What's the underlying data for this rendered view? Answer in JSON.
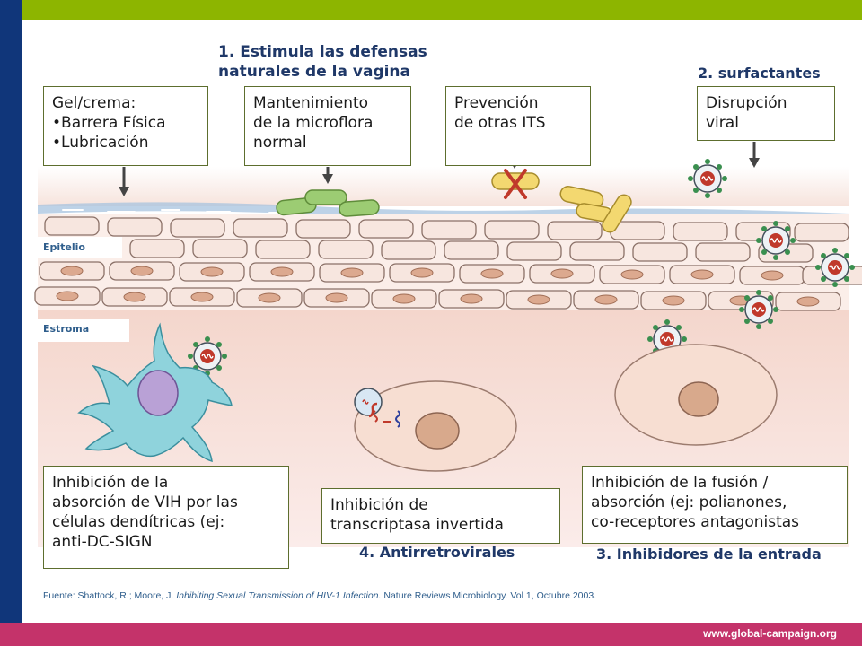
{
  "headings": {
    "h1_line1": "1. Estimula las defensas",
    "h1_line2": "naturales de la vagina",
    "h2": "2. surfactantes",
    "h3": "3. Inhibidores de la entrada",
    "h4": "4. Antirretrovirales"
  },
  "boxes": {
    "gel": [
      "Gel/crema:",
      "•Barrera Física",
      "•Lubricación"
    ],
    "microflora": [
      "Mantenimiento",
      "de la microflora",
      "normal"
    ],
    "its": [
      "Prevención",
      "de otras ITS"
    ],
    "disruption": [
      "Disrupción",
      "viral"
    ],
    "dendritic": [
      "Inhibición de la",
      "absorción de VIH por las",
      "células dendítricas (ej:",
      "anti-DC-SIGN"
    ],
    "rt": [
      "Inhibición de",
      "transcriptasa invertida"
    ],
    "fusion": [
      "Inhibición de la fusión /",
      "absorción (ej: polianones,",
      "co-receptores antagonistas"
    ]
  },
  "tissue_labels": {
    "epitelio": "Epitelio",
    "estroma": "Estroma"
  },
  "citation": {
    "prefix": "Fuente: Shattock, R.; Moore, J. ",
    "title": "Inhibiting Sexual Transmission of HIV-1 Infection.",
    "suffix": " Nature Reviews Microbiology. Vol 1, Octubre 2003."
  },
  "website": "www.global-campaign.org",
  "colors": {
    "top_bar": "#8db500",
    "left_bar": "#10367a",
    "bottom_bar": "#c4336a",
    "heading_text": "#1f3868",
    "lactobacilli": "#9ccc73",
    "pathogen_bacteria": "#f0d66a",
    "cell_fill": "#f7ded2",
    "nucleus": "#d8a98c",
    "virus_core": "#c0392b",
    "dendritic_cell": "#8fd3dc",
    "inhibit_x": "#c0392b"
  },
  "icons": [
    "virus-icon",
    "lactobacillus-icon",
    "bacteria-icon",
    "dendritic-cell-icon",
    "inhibit-x-icon",
    "arrow-down-icon"
  ]
}
